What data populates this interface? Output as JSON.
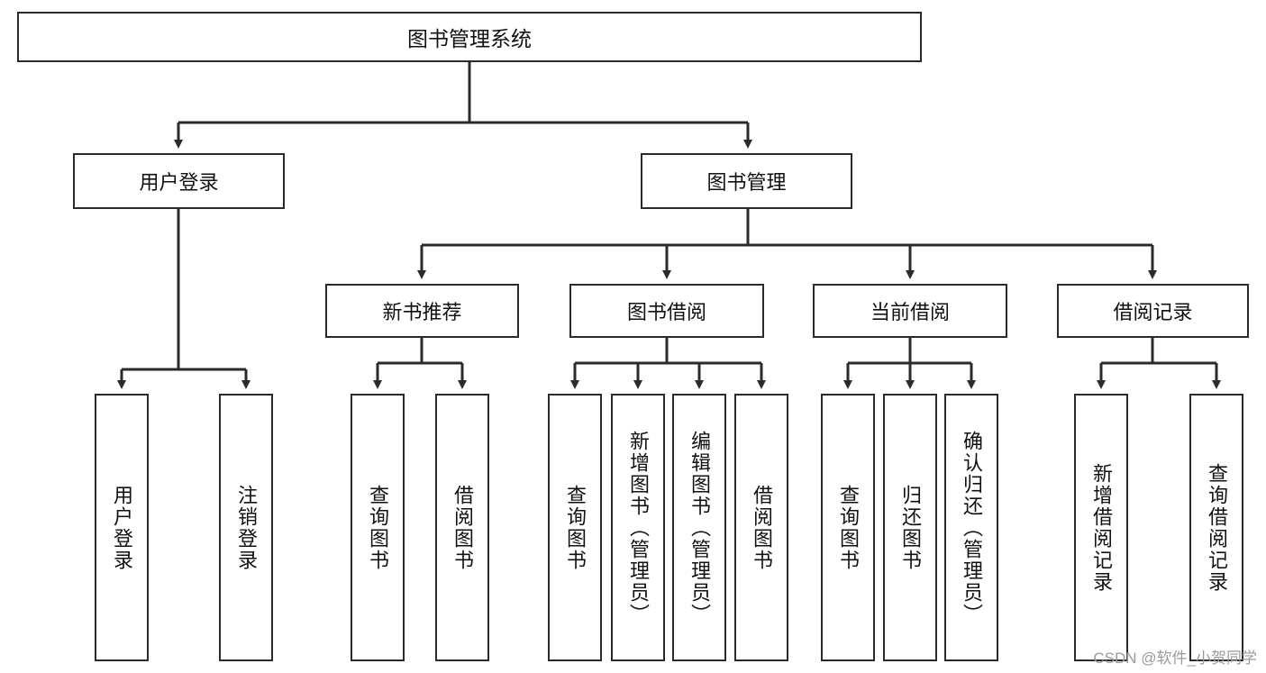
{
  "diagram": {
    "title": "图书管理系统",
    "type": "tree",
    "watermark": "CSDN @软件_小贺同学",
    "colors": {
      "box_border": "#2b2b2b",
      "box_fill": "#ffffff",
      "connector": "#2b2b2b",
      "text": "#111111",
      "watermark": "#9a9a9a"
    },
    "root": {
      "label": "图书管理系统"
    },
    "level1": [
      {
        "label": "用户登录"
      },
      {
        "label": "图书管理"
      }
    ],
    "level2": [
      {
        "label": "新书推荐"
      },
      {
        "label": "图书借阅"
      },
      {
        "label": "当前借阅"
      },
      {
        "label": "借阅记录"
      }
    ],
    "leaves": {
      "user_login": [
        {
          "label": "用户登录"
        },
        {
          "label": "注销登录"
        }
      ],
      "new_book_recommend": [
        {
          "label": "查询图书"
        },
        {
          "label": "借阅图书"
        }
      ],
      "book_borrow": [
        {
          "label": "查询图书"
        },
        {
          "label": "新增图书（管理员）"
        },
        {
          "label": "编辑图书（管理员）"
        },
        {
          "label": "借阅图书"
        }
      ],
      "current_borrow": [
        {
          "label": "查询图书"
        },
        {
          "label": "归还图书"
        },
        {
          "label": "确认归还（管理员）"
        }
      ],
      "borrow_record": [
        {
          "label": "新增借阅记录"
        },
        {
          "label": "查询借阅记录"
        }
      ]
    }
  }
}
